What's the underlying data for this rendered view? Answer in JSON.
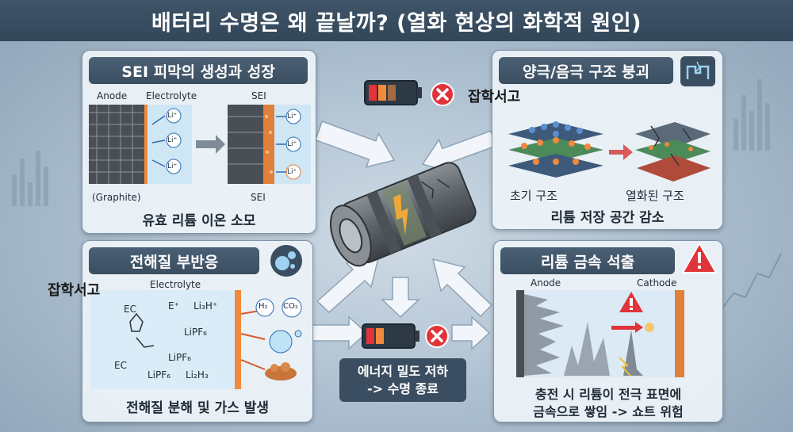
{
  "title": "배터리 수명은 왜 끝날까? (열화 현상의 화학적 원인)",
  "watermark": "잡학서고",
  "panel_sei": {
    "title": "SEI 피막의 생성과 성장",
    "anode": "Anode",
    "electrolyte": "Electrolyte",
    "graphite": "(Graphite)",
    "sei_top": "SEI",
    "sei_bottom": "SEI",
    "ion": "Li⁺",
    "caption": "유효 리튬 이온 소모"
  },
  "panel_structure": {
    "title": "양극/음극 구조 붕괴",
    "initial": "초기 구조",
    "degraded": "열화된 구조",
    "caption": "리튬 저장 공간 감소"
  },
  "panel_electrolyte": {
    "title": "전해질 부반응",
    "electrolyte": "Electrolyte",
    "species": [
      "EC",
      "E⁺",
      "Li₃H⁺",
      "LiPF₆",
      "EC",
      "LiPF₆",
      "LiPF₆",
      "Li₂H₃"
    ],
    "gas_h2": "H₂",
    "gas_co2": "CO₂",
    "caption": "전해질 분해 및 가스 발생"
  },
  "panel_plating": {
    "title": "리튬 금속 석출",
    "anode": "Anode",
    "cathode": "Cathode",
    "caption_line1": "충전 시 리튬이 전극 표면에",
    "caption_line2": "금속으로 쌓임 -> 쇼트 위험"
  },
  "center": {
    "line1": "에너지 밀도 저하",
    "line2": "-> 수명 종료"
  },
  "colors": {
    "header": "#3b4e61",
    "accent_red": "#e0343a",
    "electrolyte_orange": "#f08a3c",
    "panel_bg": "#ecf2f8"
  }
}
